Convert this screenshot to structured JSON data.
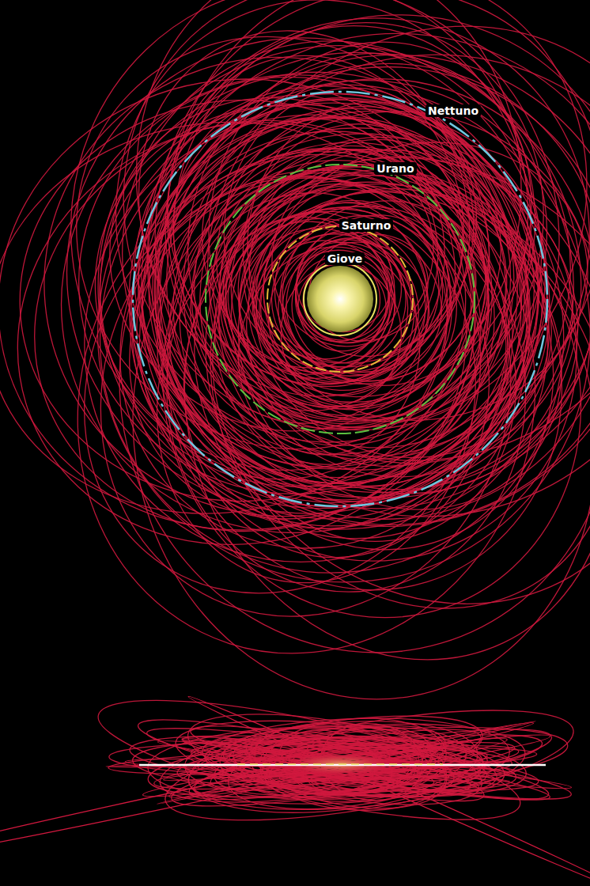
{
  "diagram": {
    "labels": [
      "Nettuno",
      "Urano",
      "Saturno",
      "Giove"
    ]
  }
}
